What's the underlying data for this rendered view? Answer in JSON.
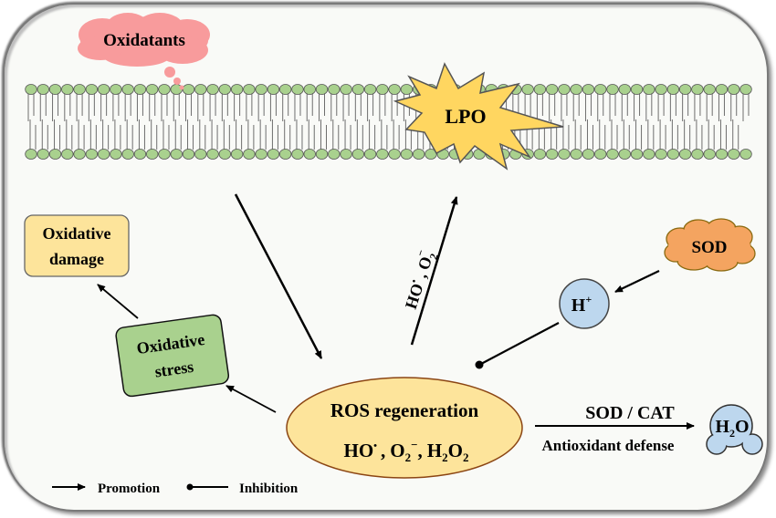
{
  "nodes": {
    "oxidants": {
      "label": "Oxidatants",
      "color": "#f89b9c"
    },
    "lpo": {
      "label": "LPO",
      "color": "#ffd660"
    },
    "oxidative_damage": {
      "line1": "Oxidative",
      "line2": "damage",
      "color": "#fde49b"
    },
    "oxidative_stress": {
      "line1": "Oxidative",
      "line2": "stress",
      "color": "#a9d18e"
    },
    "ros": {
      "title": "ROS regeneration",
      "species_ho": "HO",
      "species_o2": "O",
      "species_o2_sub": "2",
      "species_o2_sup": "−",
      "species_h2o2_h": "H",
      "species_h2o2_sub1": "2",
      "species_h2o2_o": "O",
      "species_h2o2_sub2": "2",
      "radical_dot": "•",
      "comma": ",",
      "color": "#fde49b"
    },
    "sod_cloud": {
      "label": "SOD",
      "color": "#f4a460"
    },
    "h_plus": {
      "label": "H",
      "sup": "+",
      "color": "#bdd7ee"
    },
    "water": {
      "label_h": "H",
      "label_sub": "2",
      "label_o": "O",
      "color": "#bdd7ee"
    }
  },
  "edges": {
    "ros_to_membrane_label": {
      "ho": "HO",
      "dot": "•",
      "comma": " , ",
      "o": "O",
      "sub": "2",
      "sup": "−"
    },
    "antioxidant": {
      "above": "SOD / CAT",
      "below": "Antioxidant defense",
      "below_color": "#843c0c"
    }
  },
  "legend": {
    "promotion": "Promotion",
    "inhibition": "Inhibition"
  },
  "membrane": {
    "head_color": "#a9d18e",
    "head_count": 60
  }
}
